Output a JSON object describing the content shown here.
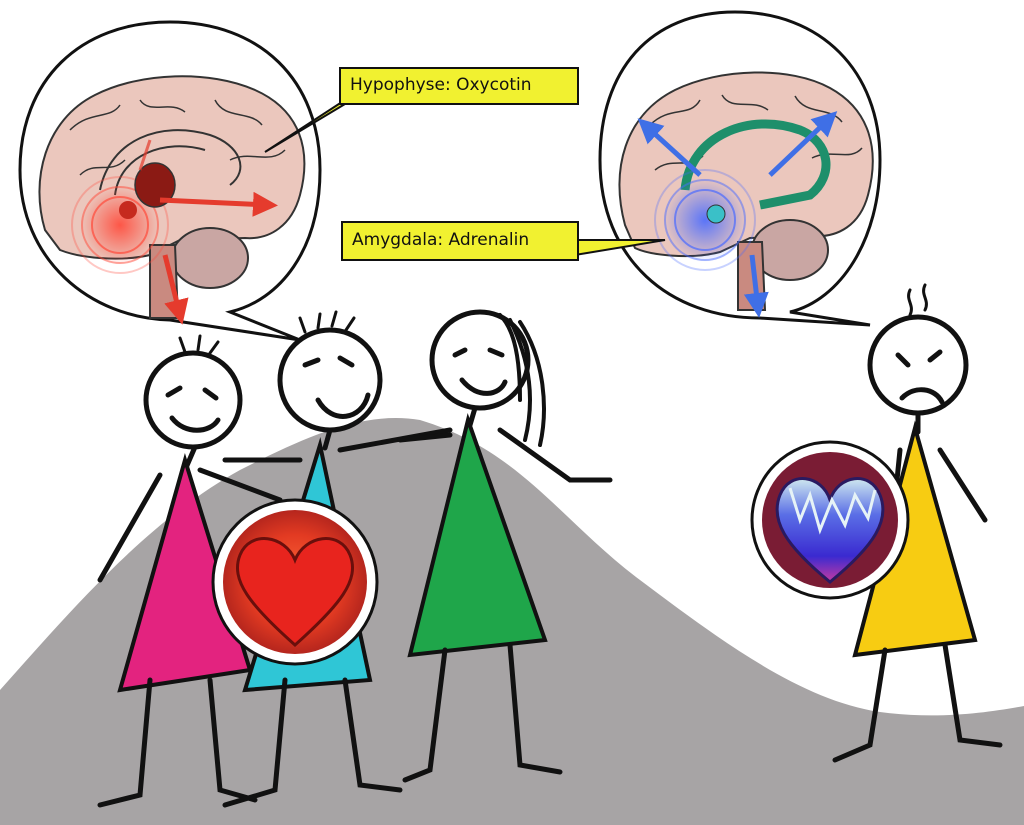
{
  "callouts": {
    "oxytocin": "Hypophyse: Oxycotin",
    "adrenaline": "Amygdala: Adrenalin"
  },
  "colors": {
    "hill": "#a7a4a5",
    "brain": "#ebc7bd",
    "cerebellum": "#c9a6a3",
    "label_box": "#f1f130",
    "pink_dress": "#e3237f",
    "cyan_dress": "#2fc6d6",
    "green_dress": "#1fa64a",
    "yellow_dress": "#f7cc12",
    "red_heart": "#e8241e",
    "cold_heart": "#4a3ad6",
    "oxytocin_signal": "#e53b2d",
    "adrenaline_signal": "#3f6fe6",
    "fornix_teal": "#1e8f6b"
  },
  "figures": [
    "happy-friend-pink",
    "happy-friend-cyan",
    "happy-friend-green",
    "sad-person-yellow"
  ]
}
